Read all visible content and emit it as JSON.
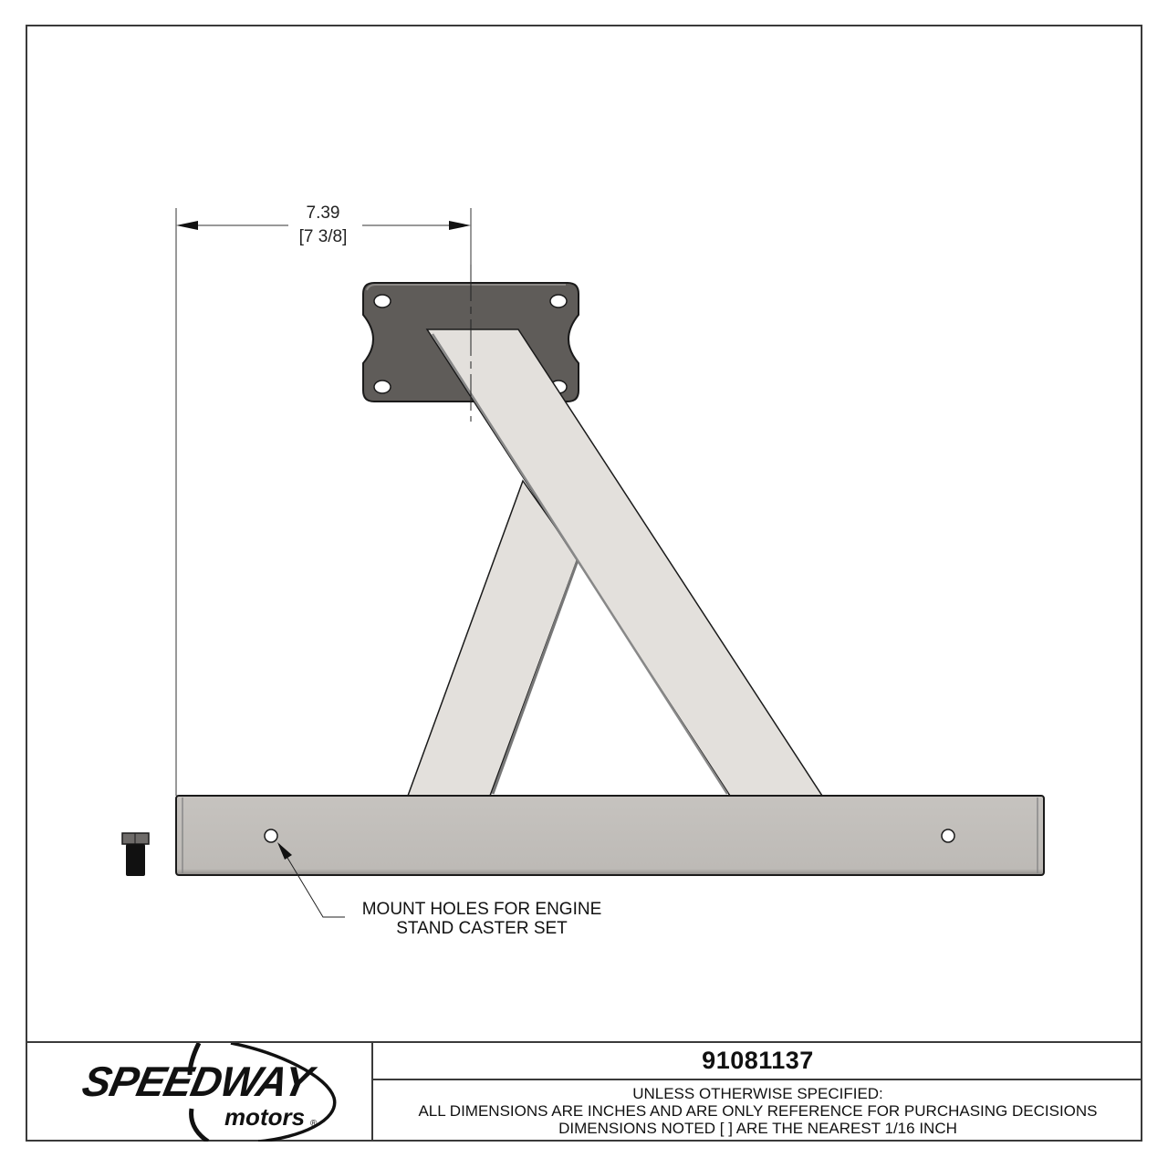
{
  "drawing": {
    "dimension": {
      "value_decimal": "7.39",
      "value_fraction": "[7 3/8]"
    },
    "callout": {
      "line1": "MOUNT HOLES FOR ENGINE",
      "line2": "STAND CASTER SET"
    },
    "colors": {
      "plate": "#5f5c59",
      "tube": "#e3e0dc",
      "base_rail": "#bdbab6",
      "outline": "#1a1a1a",
      "border": "#3a3a3a"
    }
  },
  "title_block": {
    "logo": {
      "brand_main": "SPEEDWAY",
      "brand_sub": "motors",
      "registered_mark": "®"
    },
    "part_number": "91081137",
    "notes": {
      "line1": "UNLESS OTHERWISE SPECIFIED:",
      "line2": "ALL DIMENSIONS ARE INCHES AND ARE ONLY REFERENCE FOR PURCHASING DECISIONS",
      "line3": "DIMENSIONS NOTED [ ] ARE THE NEAREST 1/16 INCH"
    }
  }
}
